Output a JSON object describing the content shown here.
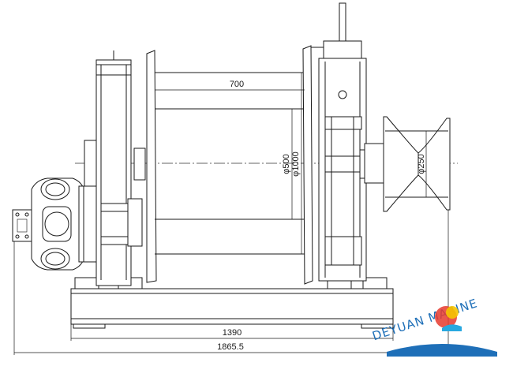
{
  "dimensions": {
    "drum_length": "700",
    "flange_dia": "φ1000",
    "drum_dia": "φ500",
    "warping_head_dia": "φ250",
    "base_length": "1390",
    "overall_length": "1865.5"
  },
  "logo": {
    "text": "DEYUAN MARINE",
    "colors": {
      "blue": "#1e6fb8",
      "red": "#e63a2e",
      "yellow": "#f5c400",
      "cyan": "#28a8e0"
    }
  }
}
